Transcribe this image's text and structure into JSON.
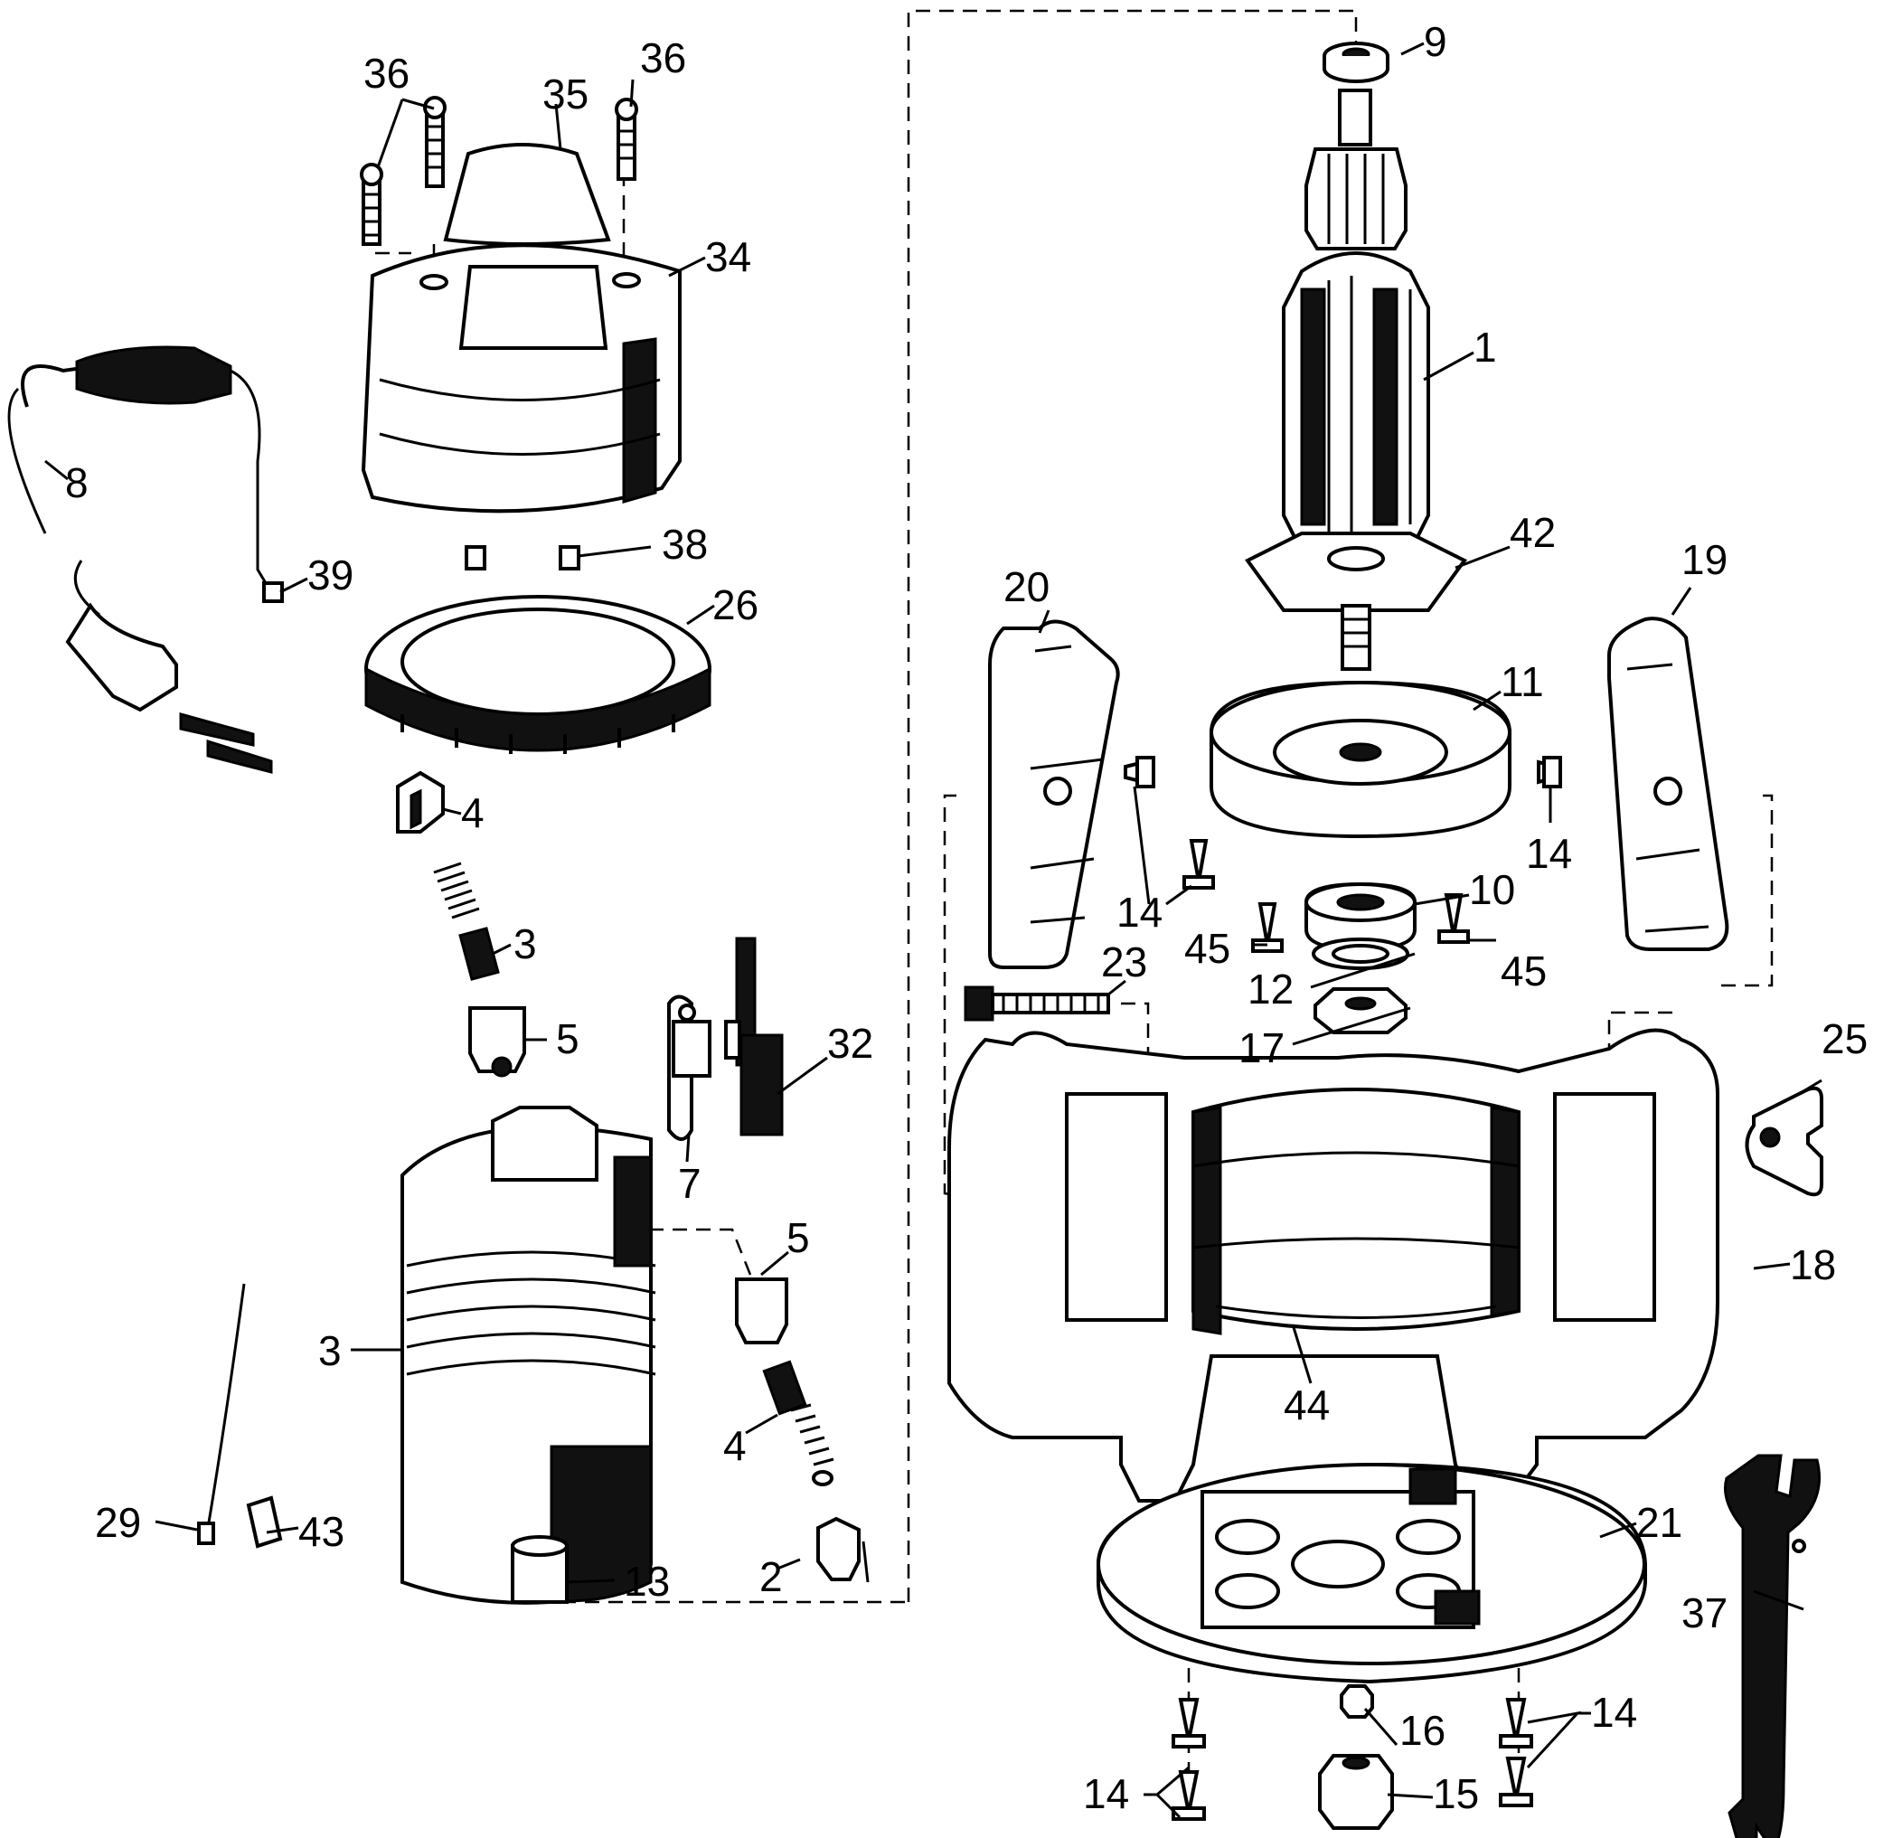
{
  "diagram": {
    "type": "exploded parts diagram",
    "callouts": [
      "1",
      "2",
      "3",
      "3",
      "4",
      "4",
      "5",
      "5",
      "7",
      "8",
      "9",
      "10",
      "11",
      "12",
      "13",
      "14",
      "14",
      "14",
      "14",
      "15",
      "16",
      "17",
      "18",
      "19",
      "20",
      "21",
      "23",
      "25",
      "26",
      "29",
      "32",
      "34",
      "35",
      "36",
      "36",
      "37",
      "38",
      "39",
      "42",
      "43",
      "44",
      "45",
      "45"
    ]
  },
  "colors": {
    "ink": "#000000",
    "paper": "#ffffff"
  }
}
